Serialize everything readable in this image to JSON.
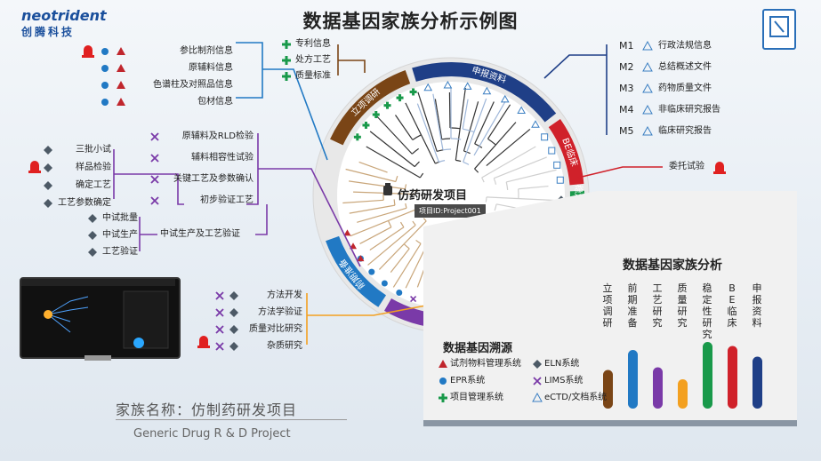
{
  "title": "数据基因家族分析示例图",
  "logo": {
    "en": "neotrident",
    "cn": "创腾科技"
  },
  "center": {
    "label": "仿药研发项目",
    "sub": "项目ID:Project001"
  },
  "ring_segments": [
    {
      "label": "立项调研",
      "color": "#7a4516"
    },
    {
      "label": "申报资料",
      "color": "#1f3f87"
    },
    {
      "label": "BE临床",
      "color": "#d0212a"
    },
    {
      "label": "稳定性研究",
      "color": "#19994a"
    },
    {
      "label": "质量研究",
      "color": "#f3a020"
    },
    {
      "label": "工艺研究",
      "color": "#7a3aa8"
    },
    {
      "label": "前期准备",
      "color": "#2179c4"
    }
  ],
  "left_groups": {
    "ref": [
      "参比制剂信息",
      "原辅料信息",
      "色谱柱及对照品信息",
      "包材信息"
    ],
    "patent": [
      "专利信息",
      "处方工艺",
      "质量标准"
    ],
    "prep": [
      "原辅料及RLD检验",
      "辅料相容性试验",
      "关键工艺及参数确认",
      "初步验证工艺"
    ],
    "trial": [
      "三批小试",
      "样品检验",
      "确定工艺",
      "工艺参数确定"
    ],
    "pilot": [
      "中试批量",
      "中试生产",
      "工艺验证"
    ],
    "pilot_main": "中试生产及工艺验证",
    "method": [
      "方法开发",
      "方法学验证",
      "质量对比研究",
      "杂质研究"
    ]
  },
  "right_list": [
    {
      "code": "M1",
      "label": "行政法规信息"
    },
    {
      "code": "M2",
      "label": "总结概述文件"
    },
    {
      "code": "M3",
      "label": "药物质量文件"
    },
    {
      "code": "M4",
      "label": "非临床研究报告"
    },
    {
      "code": "M5",
      "label": "临床研究报告"
    }
  ],
  "entrust": "委托试验",
  "panel": {
    "title": "数据基因家族分析",
    "columns": [
      {
        "label": "立项调研",
        "value": 0.58,
        "color": "#7a4516"
      },
      {
        "label": "前期准备",
        "value": 0.88,
        "color": "#2179c4"
      },
      {
        "label": "工艺研究",
        "value": 0.62,
        "color": "#7a3aa8"
      },
      {
        "label": "质量研究",
        "value": 0.44,
        "color": "#f3a020"
      },
      {
        "label": "稳定性研究",
        "value": 1.0,
        "color": "#19994a"
      },
      {
        "label": "BE临床",
        "value": 0.94,
        "color": "#d0212a"
      },
      {
        "label": "申报资料",
        "value": 0.78,
        "color": "#1f3f87"
      }
    ]
  },
  "legend": {
    "title": "数据基因溯源",
    "items": [
      {
        "label": "试剂物料管理系统",
        "icon": "triangle-icon",
        "color": "#c0262d"
      },
      {
        "label": "ELN系统",
        "icon": "diamond-icon",
        "color": "#4d5a66"
      },
      {
        "label": "EPR系统",
        "icon": "circle-icon",
        "color": "#2179c4"
      },
      {
        "label": "LIMS系统",
        "icon": "cross-icon",
        "color": "#7a3aa8"
      },
      {
        "label": "项目管理系统",
        "icon": "plus-icon",
        "color": "#19994a"
      },
      {
        "label": "eCTD/文档系统",
        "icon": "hollow-triangle-icon",
        "color": "#3b7fc2"
      }
    ]
  },
  "family": {
    "cn": "家族名称：仿制药研发项目",
    "en": "Generic Drug R & D Project"
  }
}
